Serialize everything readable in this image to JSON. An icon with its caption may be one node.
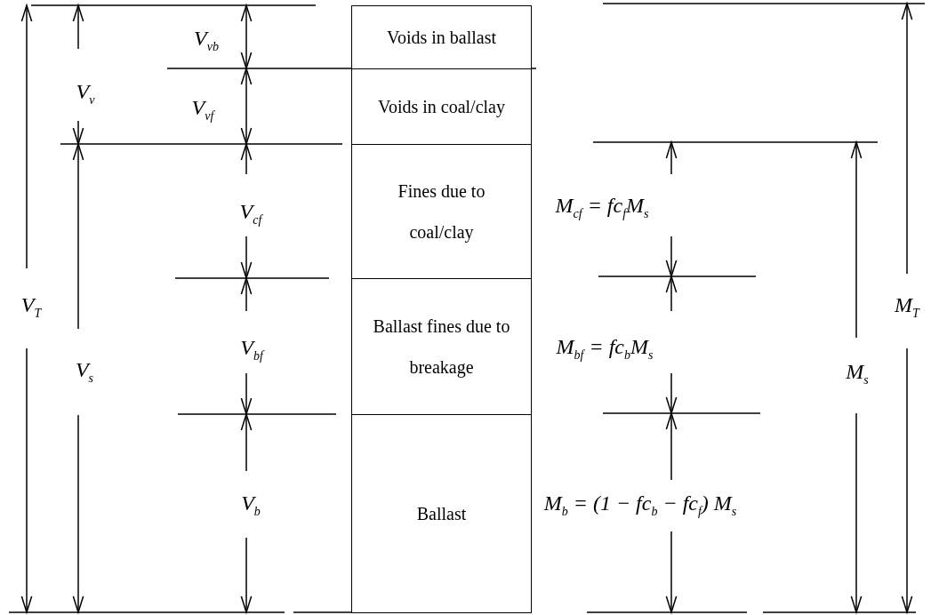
{
  "diagram": {
    "nodes": [
      {
        "text": [
          "Voids in ballast"
        ]
      },
      {
        "text": [
          "Voids in coal/clay"
        ]
      },
      {
        "text": [
          "Fines due to coal/clay"
        ]
      },
      {
        "text": [
          "Ballast fines due to breakage"
        ]
      },
      {
        "text": [
          "Ballast"
        ]
      }
    ],
    "labels": [
      "V$_{vb}$",
      "V$_{v}$",
      "V$_{vf}$",
      "V$_{cf}$",
      "M$_{cf}$ = fc$_{f}$M$_{s}$",
      "V$_{T}$",
      "M$_{T}$",
      "V$_{bf}$",
      "M$_{bf}$ = fc$_{b}$M$_{s}$",
      "V$_{s}$",
      "M$_{s}$",
      "V$_{b}$",
      "M$_{b}$ = (1 − fc$_{b}$ − fc$_{f}$) M$_{s}$"
    ]
  }
}
